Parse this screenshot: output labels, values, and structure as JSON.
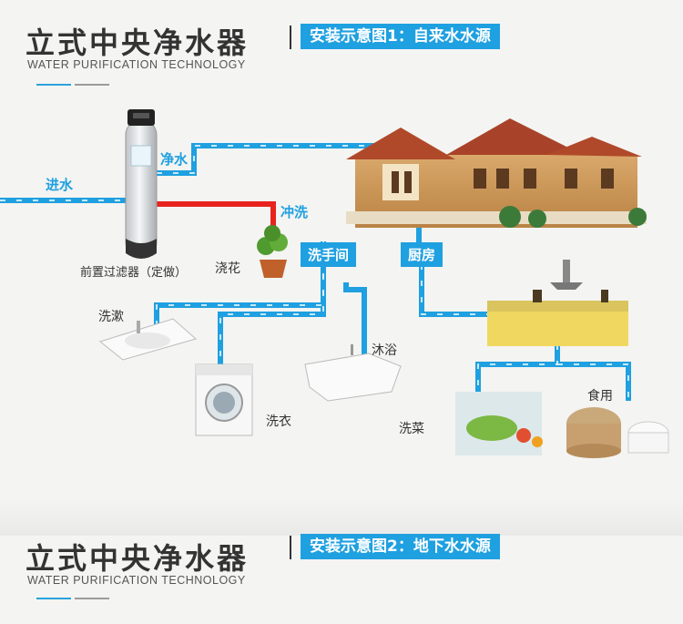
{
  "section1": {
    "title": "立式中央净水器",
    "subtitle": "WATER PURIFICATION TECHNOLOGY",
    "badge": "安装示意图1：自来水水源"
  },
  "section2": {
    "title": "立式中央净水器",
    "subtitle": "WATER PURIFICATION TECHNOLOGY",
    "badge": "安装示意图2：地下水水源"
  },
  "diagram": {
    "inlet": "进水",
    "clean_water": "净水",
    "flush": "冲洗",
    "filter": "前置过滤器（定做）",
    "watering": "浇花",
    "bathroom": "洗手间",
    "kitchen": "厨房",
    "wash_basin": "洗漱",
    "laundry": "洗衣",
    "shower": "沐浴",
    "wash_veg": "洗菜",
    "eating": "食用"
  },
  "colors": {
    "pipe": "#1fa0e0",
    "flush_pipe": "#e8231d",
    "accent": "#1fa0e0"
  }
}
